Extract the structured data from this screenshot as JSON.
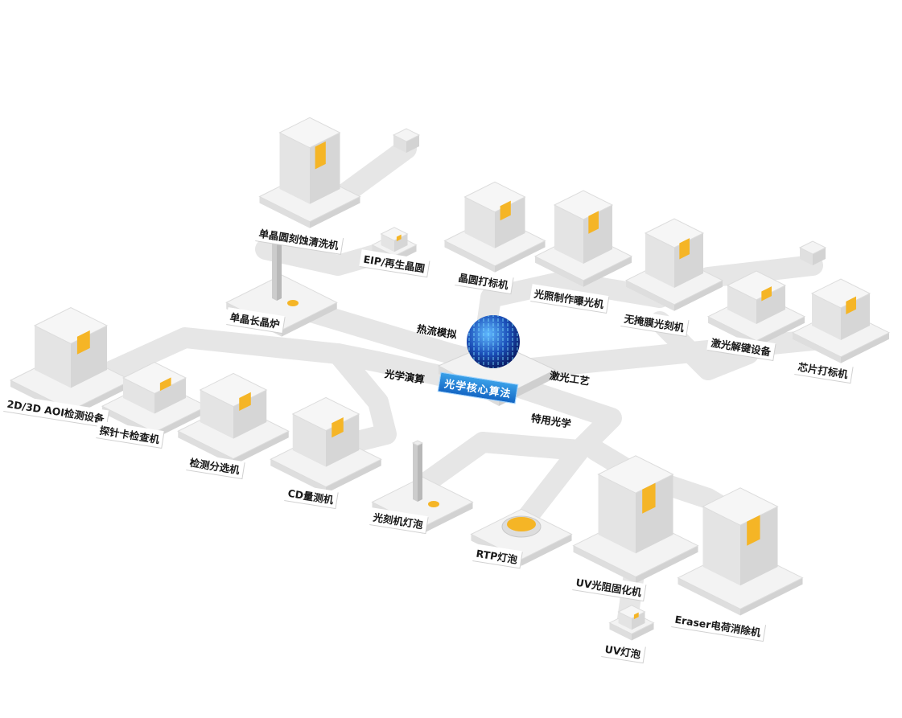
{
  "core": {
    "label": "光学核心算法"
  },
  "flows": [
    "热流模拟",
    "光学演算",
    "激光工艺",
    "特用光学"
  ],
  "machines": [
    {
      "label": "单晶圆刻蚀清洗机"
    },
    {
      "label": "EIP/再生晶圆"
    },
    {
      "label": "单晶长晶炉"
    },
    {
      "label": "晶圆打标机"
    },
    {
      "label": "光照制作曝光机"
    },
    {
      "label": "无掩膜光刻机"
    },
    {
      "label": "激光解键设备"
    },
    {
      "label": "芯片打标机"
    },
    {
      "label": "2D/3D AOI检测设备"
    },
    {
      "label": "探针卡检查机"
    },
    {
      "label": "检测分选机"
    },
    {
      "label": "CD量测机"
    },
    {
      "label": "光刻机灯泡"
    },
    {
      "label": "RTP灯泡"
    },
    {
      "label": "UV光阻固化机"
    },
    {
      "label": "Eraser电荷消除机"
    },
    {
      "label": "UV灯泡"
    }
  ],
  "colors": {
    "accent": "#f5b526",
    "road": "#e8e8e8",
    "platform": "#efefef",
    "core": "#1a5fc0"
  }
}
